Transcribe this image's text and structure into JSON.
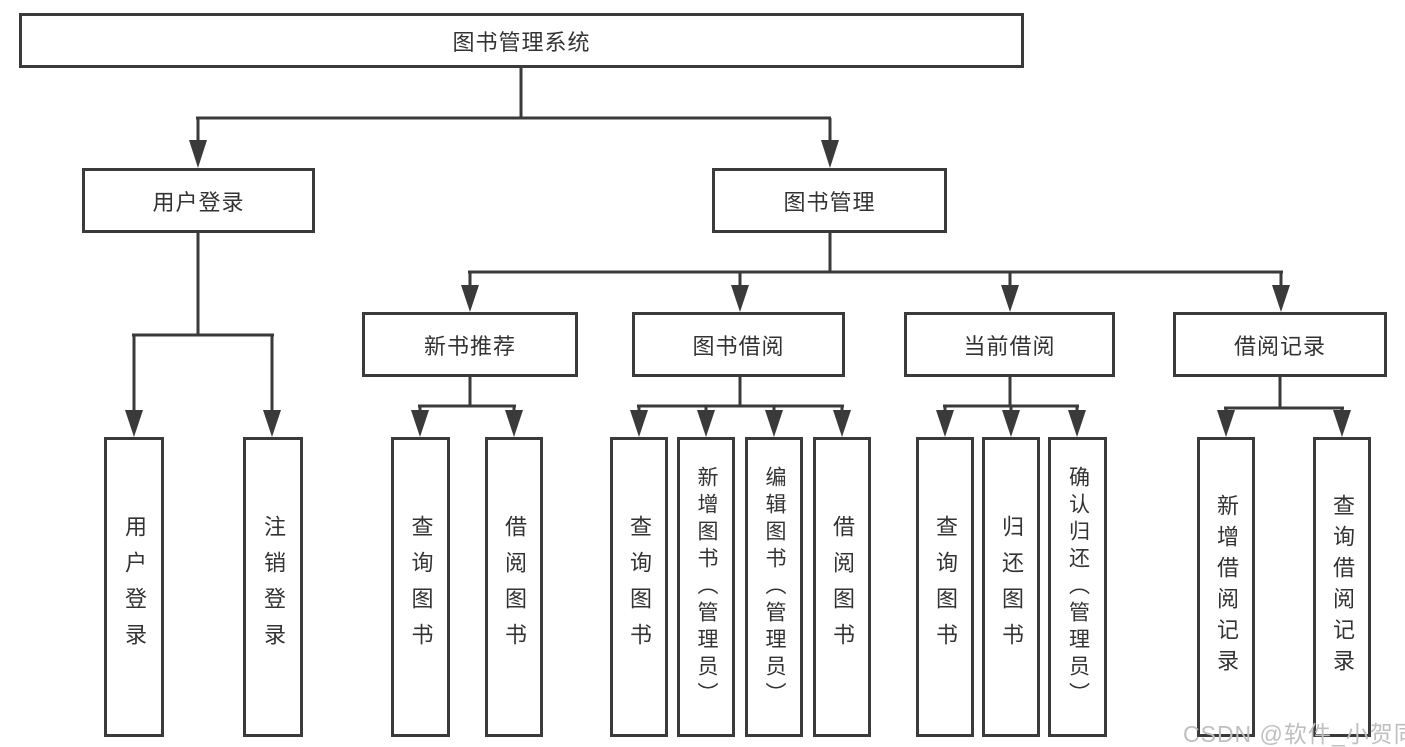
{
  "diagram": {
    "root": {
      "label": "图书管理系统"
    },
    "branches": {
      "user_login": {
        "label": "用户登录",
        "children": [
          {
            "label": "用户登录"
          },
          {
            "label": "注销登录"
          }
        ]
      },
      "book_management": {
        "label": "图书管理",
        "groups": [
          {
            "label": "新书推荐",
            "children": [
              {
                "label": "查询图书"
              },
              {
                "label": "借阅图书"
              }
            ]
          },
          {
            "label": "图书借阅",
            "children": [
              {
                "label": "查询图书"
              },
              {
                "label": "新增图书（管理员）"
              },
              {
                "label": "编辑图书（管理员）"
              },
              {
                "label": "借阅图书"
              }
            ]
          },
          {
            "label": "当前借阅",
            "children": [
              {
                "label": "查询图书"
              },
              {
                "label": "归还图书"
              },
              {
                "label": "确认归还（管理员）"
              }
            ]
          },
          {
            "label": "借阅记录",
            "children": [
              {
                "label": "新增借阅记录"
              },
              {
                "label": "查询借阅记录"
              }
            ]
          }
        ]
      }
    }
  },
  "watermark": {
    "text": "CSDN @软件_小贺同学"
  },
  "colors": {
    "line": "#3a3a3a",
    "text": "#333333",
    "watermark": "#c1bebe",
    "background": "#ffffff"
  }
}
